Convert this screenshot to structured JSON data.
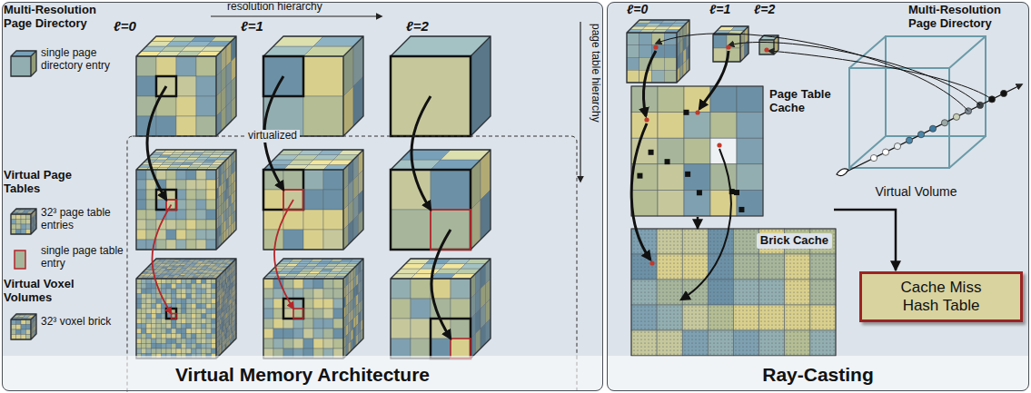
{
  "diagram": {
    "nodes": [
      {
        "text": [
          "Virtual Memory Architecture"
        ]
      },
      {
        "text": [
          "Ray-Casting"
        ]
      },
      {
        "text": [
          "Page Table Cache"
        ],
        "in": 1
      },
      {
        "text": [
          "Brick Cache"
        ],
        "in": 1
      },
      {
        "text": [
          "Cache Miss Hash Table"
        ],
        "in": 1
      },
      {
        "text": [
          "Virtual Volume"
        ],
        "in": 1
      }
    ],
    "edges": [
      {
        "from": 2,
        "to": 3,
        "arrow": "to"
      },
      {
        "from": 2,
        "to": 4,
        "arrow": "to"
      }
    ],
    "labels": [
      "ℓ=0",
      "ℓ=1",
      "ℓ=2",
      "resolution hierarchy",
      "Multi-Resolution Page Directory",
      "Virtual Page Tables",
      "Virtual Voxel Volumes",
      "virtualized",
      "page table hierarchy",
      "ℓ=0",
      "ℓ=1",
      "ℓ=2",
      "Multi-Resolution Page Directory"
    ],
    "legend": [
      {
        "text": "single page directory entry"
      },
      {
        "text": "32³ page table entries"
      },
      {
        "text": "single page table entry"
      },
      {
        "text": "32³ voxel brick"
      }
    ]
  }
}
